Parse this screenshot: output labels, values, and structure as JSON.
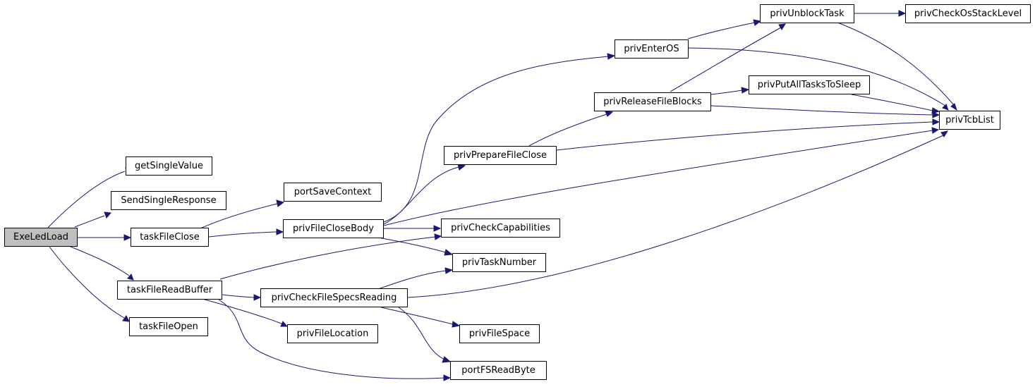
{
  "graph": {
    "root": "ExeLedLoad",
    "nodes": {
      "exeledload": "ExeLedLoad",
      "getsinglevalue": "getSingleValue",
      "sendsingleresponse": "SendSingleResponse",
      "taskfileclose": "taskFileClose",
      "taskfilereadbuffer": "taskFileReadBuffer",
      "taskfileopen": "taskFileOpen",
      "portsavecontext": "portSaveContext",
      "privfileclosebody": "privFileCloseBody",
      "privcheckfilespecsreading": "privCheckFileSpecsReading",
      "privfilelocation": "privFileLocation",
      "privpreparefileclose": "privPrepareFileClose",
      "privcheckcapabilities": "privCheckCapabilities",
      "privtasknumber": "privTaskNumber",
      "privfilespace": "privFileSpace",
      "portfsreadbyte": "portFSReadByte",
      "priventeros": "privEnterOS",
      "privreleasefileblocks": "privReleaseFileBlocks",
      "privunblocktask": "privUnblockTask",
      "privputalltaskstosleep": "privPutAllTasksToSleep",
      "privcheckosstacklevel": "privCheckOsStackLevel",
      "privtcblist": "privTcbList"
    },
    "edges": [
      [
        "exeledload",
        "getsinglevalue"
      ],
      [
        "exeledload",
        "sendsingleresponse"
      ],
      [
        "exeledload",
        "taskfileclose"
      ],
      [
        "exeledload",
        "taskfilereadbuffer"
      ],
      [
        "exeledload",
        "taskfileopen"
      ],
      [
        "taskfileclose",
        "portsavecontext"
      ],
      [
        "taskfileclose",
        "privfileclosebody"
      ],
      [
        "privfileclosebody",
        "priventeros"
      ],
      [
        "privfileclosebody",
        "privpreparefileclose"
      ],
      [
        "privfileclosebody",
        "privtcblist"
      ],
      [
        "privfileclosebody",
        "privcheckcapabilities"
      ],
      [
        "privfileclosebody",
        "privtasknumber"
      ],
      [
        "taskfilereadbuffer",
        "privcheckcapabilities"
      ],
      [
        "taskfilereadbuffer",
        "privcheckfilespecsreading"
      ],
      [
        "taskfilereadbuffer",
        "privfilelocation"
      ],
      [
        "taskfilereadbuffer",
        "portfsreadbyte"
      ],
      [
        "privcheckfilespecsreading",
        "privtasknumber"
      ],
      [
        "privcheckfilespecsreading",
        "privtcblist"
      ],
      [
        "privcheckfilespecsreading",
        "privfilespace"
      ],
      [
        "privcheckfilespecsreading",
        "portfsreadbyte"
      ],
      [
        "privpreparefileclose",
        "privreleasefileblocks"
      ],
      [
        "privpreparefileclose",
        "privtcblist"
      ],
      [
        "privreleasefileblocks",
        "privunblocktask"
      ],
      [
        "privreleasefileblocks",
        "privputalltaskstosleep"
      ],
      [
        "privreleasefileblocks",
        "privtcblist"
      ],
      [
        "priventeros",
        "privunblocktask"
      ],
      [
        "priventeros",
        "privtcblist"
      ],
      [
        "privunblocktask",
        "privcheckosstacklevel"
      ],
      [
        "privunblocktask",
        "privtcblist"
      ],
      [
        "privputalltaskstosleep",
        "privtcblist"
      ]
    ],
    "colors": {
      "edge": "#191970",
      "root_fill": "#bfbfbf",
      "node_fill": "#ffffff",
      "node_border": "#000000"
    }
  }
}
